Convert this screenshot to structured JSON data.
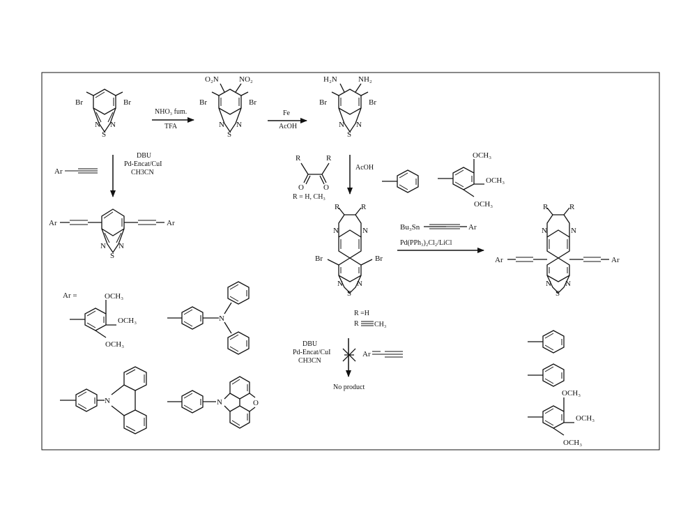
{
  "steps": {
    "nitration": {
      "reagent": "NHO₃ fum.",
      "solvent": "TFA"
    },
    "reduction": {
      "reagent": "Fe",
      "solvent": "AcOH"
    },
    "condensation": {
      "solvent": "AcOH",
      "diketone_note": "R = H, CH₃"
    },
    "sonogashira": {
      "line1": "DBU",
      "line2": "Pd-Encat/CuI",
      "line3": "CH3CN"
    },
    "stille": {
      "line1": "Bu₃Sn",
      "line2": "Pd(PPh₃)₂Cl₂/LiCl"
    },
    "failed": {
      "line1": "DBU",
      "line2": "Pd-Encat/CuI",
      "line3": "CH3CN",
      "r1": "R =H",
      "r2": "R",
      "r2b": "CH₃",
      "result": "No product"
    }
  },
  "labels": {
    "Br": "Br",
    "N": "N",
    "S": "S",
    "O": "O",
    "R": "R",
    "Ar": "Ar",
    "NO2": "NO₂",
    "O2N": "O₂N",
    "NH2": "NH₂",
    "H2N": "H₂N",
    "OCH3": "OCH₃",
    "Ar_eq": "Ar ="
  }
}
